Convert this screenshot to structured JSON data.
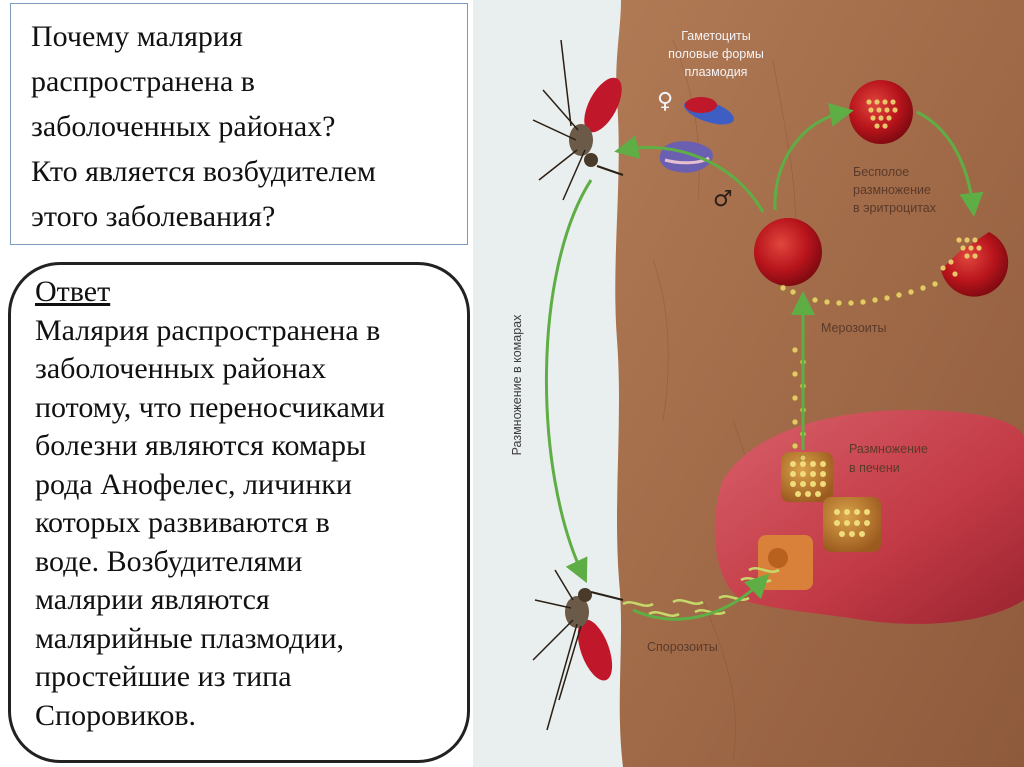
{
  "question": {
    "lines": [
      "Почему малярия",
      "распространена в",
      "заболоченных районах?",
      "Кто является возбудителем",
      "этого заболевания?"
    ]
  },
  "answer": {
    "heading": "Ответ",
    "lines": [
      "Малярия распространена в",
      "заболоченных районах",
      "потому, что переносчиками",
      "болезни являются комары",
      "рода Анофелес, личинки",
      "которых развиваются в",
      "воде. Возбудителями",
      "малярии являются",
      "малярийные плазмодии,",
      "простейшие из типа",
      "Споровиков."
    ]
  },
  "diagram": {
    "gametocytes_label": [
      "Гаметоциты",
      "половые формы",
      "плазмодия"
    ],
    "female_symbol": "♀",
    "male_symbol": "♂",
    "asexual_label": [
      "Бесполое",
      "размножение",
      "в эритроцитах"
    ],
    "merozoites_label": "Мерозоиты",
    "liver_label": [
      "Размножение",
      "в печени"
    ],
    "sporozoites_label": "Спорозоиты",
    "mosquito_label": "Размножение в комарах",
    "colors": {
      "skin": "#a06a48",
      "rbc": "#b8141c",
      "liver": "#c9404a",
      "arrow": "#5fae45",
      "parasite": "#e8c76a",
      "male_gamete": "#3b53b0",
      "female_gamete": "#6a5fb0",
      "mosquito_abdomen": "#c0182a"
    }
  }
}
